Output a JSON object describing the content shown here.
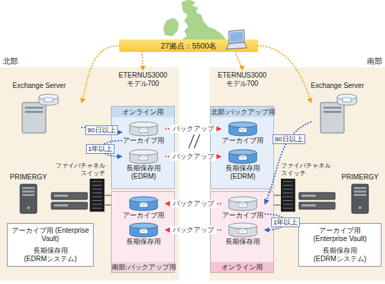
{
  "diagram": {
    "nodes": [
      {
        "text": [
          "27拠点：5500名"
        ]
      },
      {
        "text": [
          "北部"
        ]
      },
      {
        "text": [
          "南部"
        ]
      },
      {
        "text": [
          "Exchange Server"
        ],
        "in": 1
      },
      {
        "text": [
          "ETERNUS3000 モデル700"
        ],
        "in": 1
      },
      {
        "text": [
          "オンライン用"
        ],
        "in": 4
      },
      {
        "text": [
          "アーカイブ用"
        ],
        "in": 5
      },
      {
        "text": [
          "長期保存用 (EDRM)"
        ],
        "in": 5
      },
      {
        "text": [
          "南部:バックアップ用"
        ],
        "in": 4
      },
      {
        "text": [
          "アーカイブ用"
        ],
        "in": 8
      },
      {
        "text": [
          "長期保存用"
        ],
        "in": 8
      },
      {
        "text": [
          "PRIMERGY"
        ],
        "in": 1
      },
      {
        "text": [
          "ファイバチャネル スイッチ"
        ],
        "in": 1
      },
      {
        "text": [
          "アーカイブ用 (Enterprise Vault)",
          "長期保存用 (EDRMシステム)"
        ],
        "in": 1
      },
      {
        "text": [
          "ETERNUS3000 モデル700"
        ],
        "in": 2
      },
      {
        "text": [
          "北部:バックアップ用"
        ],
        "in": 14
      },
      {
        "text": [
          "アーカイブ用"
        ],
        "in": 15
      },
      {
        "text": [
          "長期保存用 (EDRM)"
        ],
        "in": 15
      },
      {
        "text": [
          "オンライン用"
        ],
        "in": 14
      },
      {
        "text": [
          "アーカイブ用"
        ],
        "in": 18
      },
      {
        "text": [
          "長期保存用"
        ],
        "in": 18
      },
      {
        "text": [
          "Exchange Server"
        ],
        "in": 2
      },
      {
        "text": [
          "PRIMERGY"
        ],
        "in": 2
      },
      {
        "text": [
          "ファイバチャネル スイッチ"
        ],
        "in": 2
      },
      {
        "text": [
          "アーカイブ用 (Enterprise Vault)",
          "長期保存用 (EDRMシステム)"
        ],
        "in": 2
      }
    ],
    "edges": [
      {
        "from": 0,
        "to": 3,
        "arrow": "to"
      },
      {
        "from": 0,
        "to": 4,
        "arrow": "to"
      },
      {
        "from": 0,
        "to": 14,
        "arrow": "to"
      },
      {
        "from": 0,
        "to": 21,
        "arrow": "to"
      },
      {
        "from": 3,
        "to": 6,
        "label": "90日以上",
        "arrow": "to"
      },
      {
        "from": 6,
        "to": 7,
        "label": "1年以上",
        "arrow": "to"
      },
      {
        "from": 6,
        "to": 16,
        "label": "バックアップ",
        "arrow": "to"
      },
      {
        "from": 7,
        "to": 17,
        "label": "バックアップ",
        "arrow": "to"
      },
      {
        "from": 19,
        "to": 9,
        "label": "バックアップ",
        "arrow": "to"
      },
      {
        "from": 20,
        "to": 10,
        "label": "バックアップ",
        "arrow": "to"
      },
      {
        "from": 21,
        "to": 19,
        "label": "90日以上",
        "arrow": "to"
      },
      {
        "from": 19,
        "to": 20,
        "label": "1年以上",
        "arrow": "to"
      }
    ]
  }
}
